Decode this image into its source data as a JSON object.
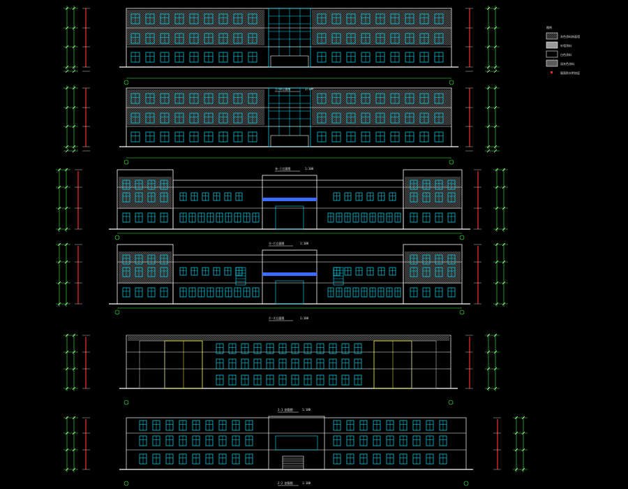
{
  "drawing": {
    "background": "#000000",
    "colors": {
      "line": "#ffffff",
      "window": "#00e5ff",
      "dim": "#39ff39",
      "red": "#ff2a2a",
      "yellow": "#ffff33",
      "blue": "#3b6bff",
      "hatch": "#3a3a3a",
      "wall": "#b8b8b8"
    },
    "view_titles": [
      "①-⑩立面图",
      "⑩-①立面图",
      "Ⓐ-Ⓕ立面图",
      "Ⓕ-Ⓐ立面图",
      "1-1 剖面图",
      "2-2 剖面图"
    ],
    "scale": "1:100",
    "legend": {
      "title": "图例",
      "items": [
        {
          "swatch": "hatch",
          "label": "灰色涂料饰面墙"
        },
        {
          "swatch": "gray",
          "label": "外墙涂料"
        },
        {
          "swatch": "white",
          "label": "白色涂料"
        },
        {
          "swatch": "dark",
          "label": "深灰色涂料"
        },
        {
          "swatch": "red",
          "label": "屋面防水附加层"
        }
      ]
    }
  }
}
